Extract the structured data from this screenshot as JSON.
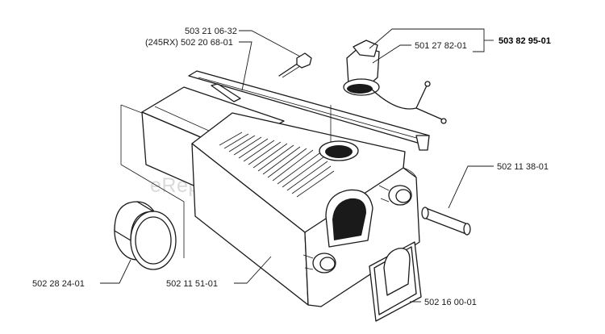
{
  "watermark": "eReplacementParts.com",
  "labels": {
    "bolt_a": "503 21 06-32",
    "bolt_b": "(245RX) 502 20 68-01",
    "cap": "501 27 82-01",
    "kit": "503 82 95-01",
    "pin": "502 11 38-01",
    "ring": "502 28 24-01",
    "tank": "502 11 51-01",
    "gasket": "502 16 00-01"
  }
}
